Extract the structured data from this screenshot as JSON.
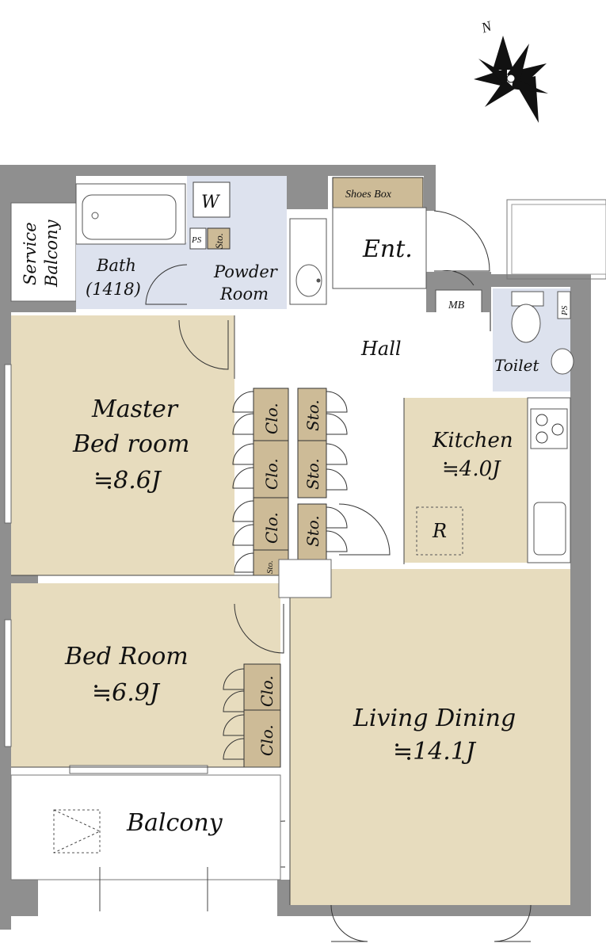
{
  "compass": {
    "north_label": "N"
  },
  "rooms": {
    "service_balcony": {
      "line1": "Service",
      "line2": "Balcony"
    },
    "bath": {
      "name": "Bath",
      "size": "(1418)"
    },
    "washer": {
      "label": "W"
    },
    "ps_top": {
      "label": "PS"
    },
    "sto_top": {
      "label": "Sto."
    },
    "powder": {
      "line1": "Powder",
      "line2": "Room"
    },
    "shoes_box": {
      "label": "Shoes Box"
    },
    "entrance": {
      "label": "Ent."
    },
    "mb": {
      "label": "MB"
    },
    "ps_right": {
      "label": "PS"
    },
    "toilet": {
      "label": "Toilet"
    },
    "hall": {
      "label": "Hall"
    },
    "master": {
      "line1": "Master",
      "line2": "Bed room",
      "size": "≒8.6J"
    },
    "kitchen": {
      "name": "Kitchen",
      "size": "≒4.0J"
    },
    "fridge": {
      "label": "R"
    },
    "bedroom": {
      "name": "Bed Room",
      "size": "≒6.9J"
    },
    "living": {
      "name": "Living Dining",
      "size": "≒14.1J"
    },
    "balcony": {
      "label": "Balcony"
    }
  },
  "closets": {
    "clo_1": "Clo.",
    "clo_2": "Clo.",
    "clo_3": "Clo.",
    "sto_1": "Sto.",
    "sto_2": "Sto.",
    "sto_3": "Sto.",
    "sto_small": "Sto.",
    "clo_4": "Clo.",
    "clo_5": "Clo."
  },
  "colors": {
    "wall": "#8f8f8f",
    "room_tan": "#e7dcbe",
    "room_blue": "#dde2ee",
    "closet": "#cdbb97"
  }
}
